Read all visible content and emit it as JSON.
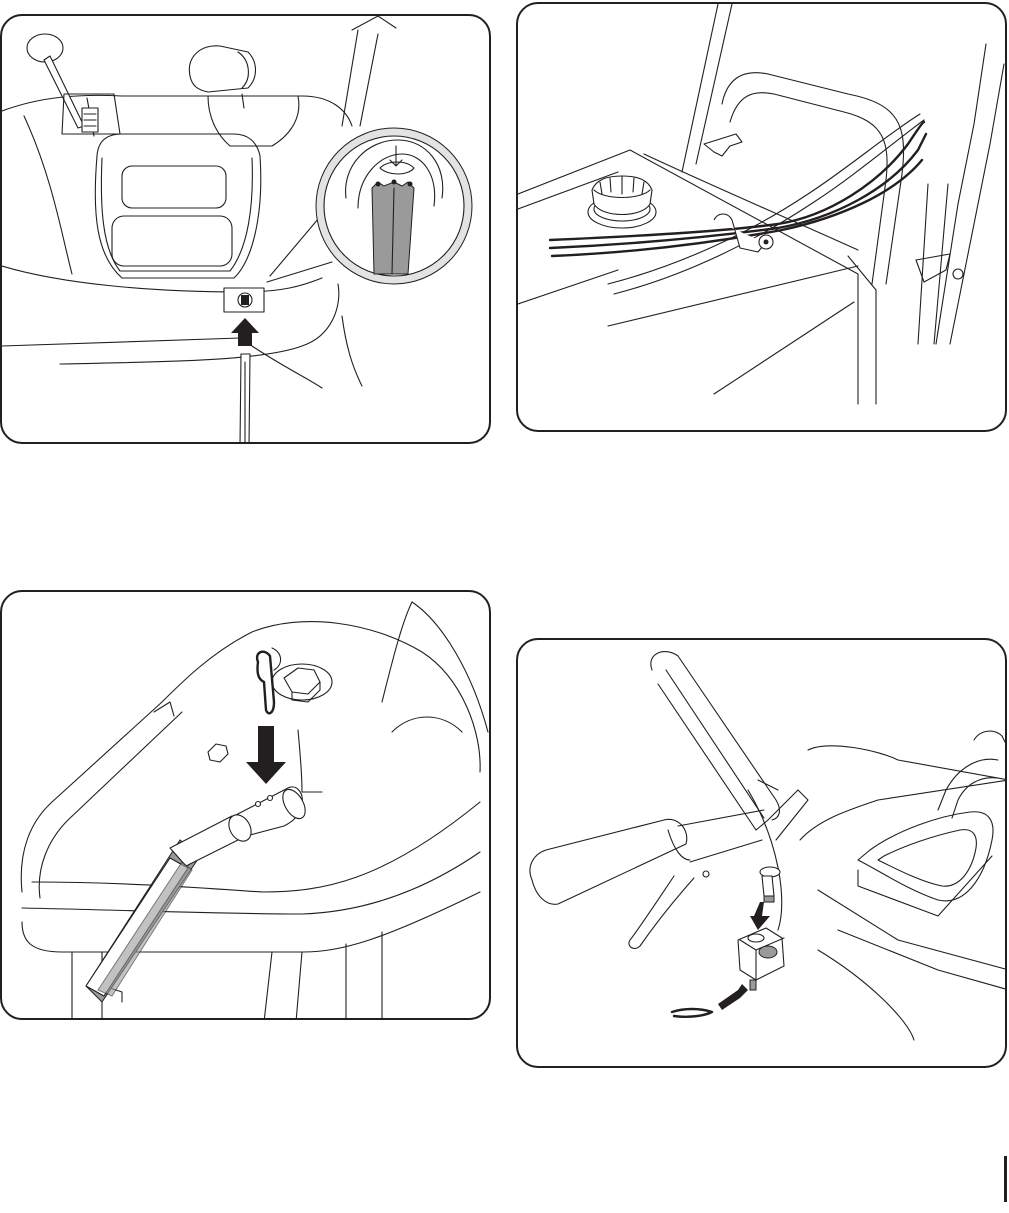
{
  "page": {
    "background": "#ffffff",
    "line_color": "#231f20",
    "shade_color": "#9a9a9a"
  },
  "figures": [
    {
      "id": "fig1",
      "icon": "shift-rod-insertion-illustration",
      "labels": []
    },
    {
      "id": "fig2",
      "icon": "cable-tie-routing-illustration",
      "labels": []
    },
    {
      "id": "fig3",
      "icon": "hairpin-clip-shaft-illustration",
      "labels": []
    },
    {
      "id": "fig4",
      "icon": "clevis-pin-handle-illustration",
      "labels": []
    }
  ]
}
